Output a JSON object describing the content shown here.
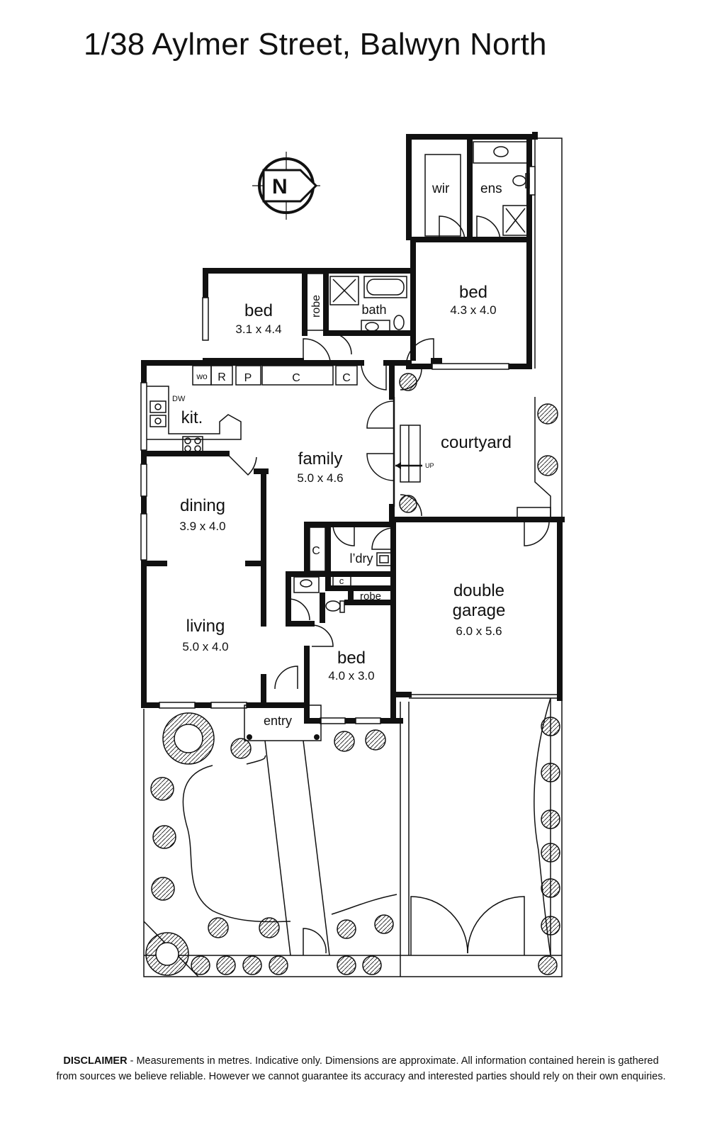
{
  "title": "1/38 Aylmer Street, Balwyn North",
  "compass": {
    "label": "N"
  },
  "rooms": {
    "wir": "wir",
    "ens": "ens",
    "bed_master": {
      "name": "bed",
      "dims": "4.3 x 4.0"
    },
    "bed_2": {
      "name": "bed",
      "dims": "3.1 x 4.4"
    },
    "robe_2": "robe",
    "bath": "bath",
    "kitchen": "kit.",
    "dw": "DW",
    "kitchen_cupboards": [
      "wo",
      "R",
      "P",
      "C",
      "C"
    ],
    "family": {
      "name": "family",
      "dims": "5.0 x 4.6"
    },
    "courtyard": "courtyard",
    "step_up": "UP",
    "dining": {
      "name": "dining",
      "dims": "3.9 x 4.0"
    },
    "living": {
      "name": "living",
      "dims": "5.0 x 4.0"
    },
    "cupboard_c1": "C",
    "laundry": "l’dry",
    "cupboard_c2": "c",
    "robe_3": "robe",
    "bed_3": {
      "name": "bed",
      "dims": "4.0 x 3.0"
    },
    "garage": {
      "name_line1": "double",
      "name_line2": "garage",
      "dims": "6.0 x 5.6"
    },
    "entry": "entry"
  },
  "disclaimer": {
    "label": "DISCLAIMER",
    "line1": " - Measurements in metres. Indicative only. Dimensions are approximate. All information contained herein is gathered",
    "line2": "from sources we believe reliable. However we cannot guarantee its accuracy and interested parties should rely on their own enquiries."
  }
}
